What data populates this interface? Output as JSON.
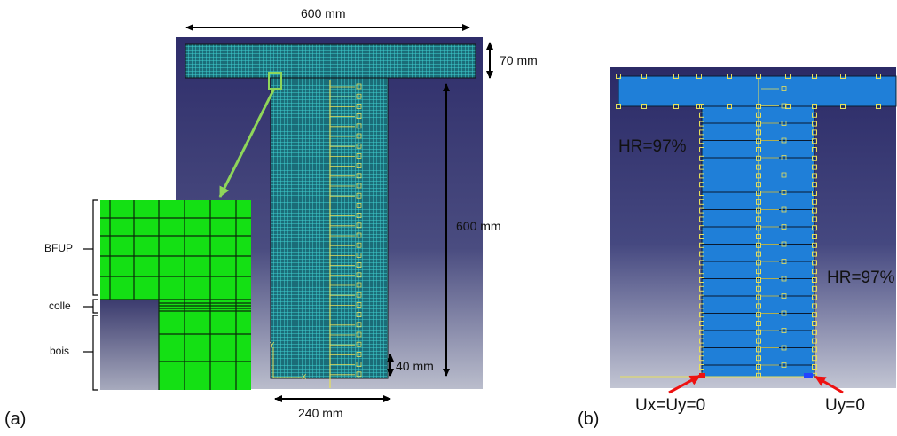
{
  "figure": {
    "panel_a": {
      "letter": "(a)",
      "dimensions": {
        "flange_width": "600 mm",
        "flange_thickness": "70 mm",
        "web_height": "600 mm",
        "bottom_band": "40 mm",
        "web_width": "240 mm"
      },
      "zoom_labels": {
        "upper": "BFUP",
        "middle": "colle",
        "lower": "bois"
      }
    },
    "panel_b": {
      "letter": "(b)",
      "humidity_left": "HR=97%",
      "humidity_right": "HR=97%",
      "bc_left": "Ux=Uy=0",
      "bc_right": "Uy=0"
    }
  },
  "colors": {
    "background_top": "#2e2d6a",
    "background_bottom": "#b9bccb",
    "mesh": "#34c0c0",
    "zoom_green": "#14e014",
    "section_blue": "#1f7fd8",
    "node_yellow": "#e8e05a",
    "arrow_green": "#8fd65a",
    "arrow_red": "#ee1111"
  }
}
